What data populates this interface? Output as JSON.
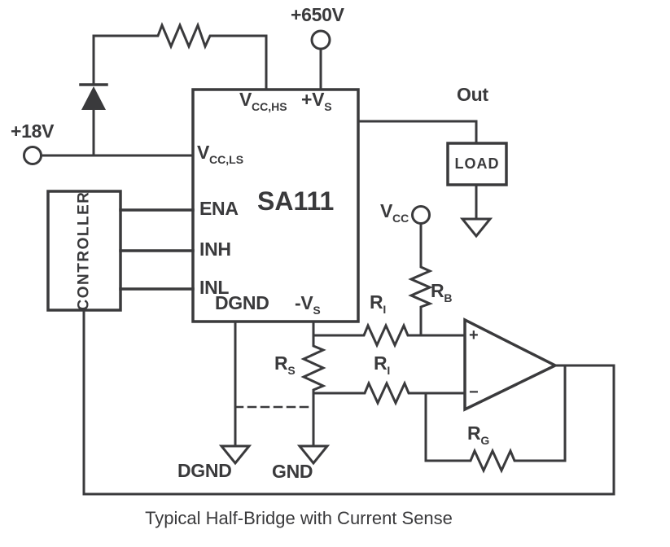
{
  "colors": {
    "ink": "#3a3a3c",
    "background": "#ffffff"
  },
  "caption": "Typical Half-Bridge with Current Sense",
  "terminals": {
    "hv_supply": "+650V",
    "ls_supply": "+18V",
    "vcc": {
      "main": "V",
      "sub": "CC"
    }
  },
  "ic": {
    "name": "SA111",
    "pins": {
      "vcchs": {
        "main": "V",
        "sub": "CC,HS"
      },
      "vspos": {
        "main": "+V",
        "sub": "S"
      },
      "vccls": {
        "main": "V",
        "sub": "CC,LS"
      },
      "ena": "ENA",
      "inh": "INH",
      "inl": "INL",
      "dgnd": "DGND",
      "vsneg": {
        "main": "-V",
        "sub": "S"
      }
    }
  },
  "controller": {
    "label": "CONTROLLER"
  },
  "load": {
    "label": "LOAD"
  },
  "output": {
    "label": "Out"
  },
  "opamp": {
    "noninverting": "+",
    "inverting": "−"
  },
  "resistors": {
    "rb": {
      "main": "R",
      "sub": "B"
    },
    "ri_top": {
      "main": "R",
      "sub": "I"
    },
    "ri_bottom": {
      "main": "R",
      "sub": "I"
    },
    "rs": {
      "main": "R",
      "sub": "S"
    },
    "rg": {
      "main": "R",
      "sub": "G"
    }
  },
  "grounds": {
    "digital": "DGND",
    "analog": "GND"
  }
}
